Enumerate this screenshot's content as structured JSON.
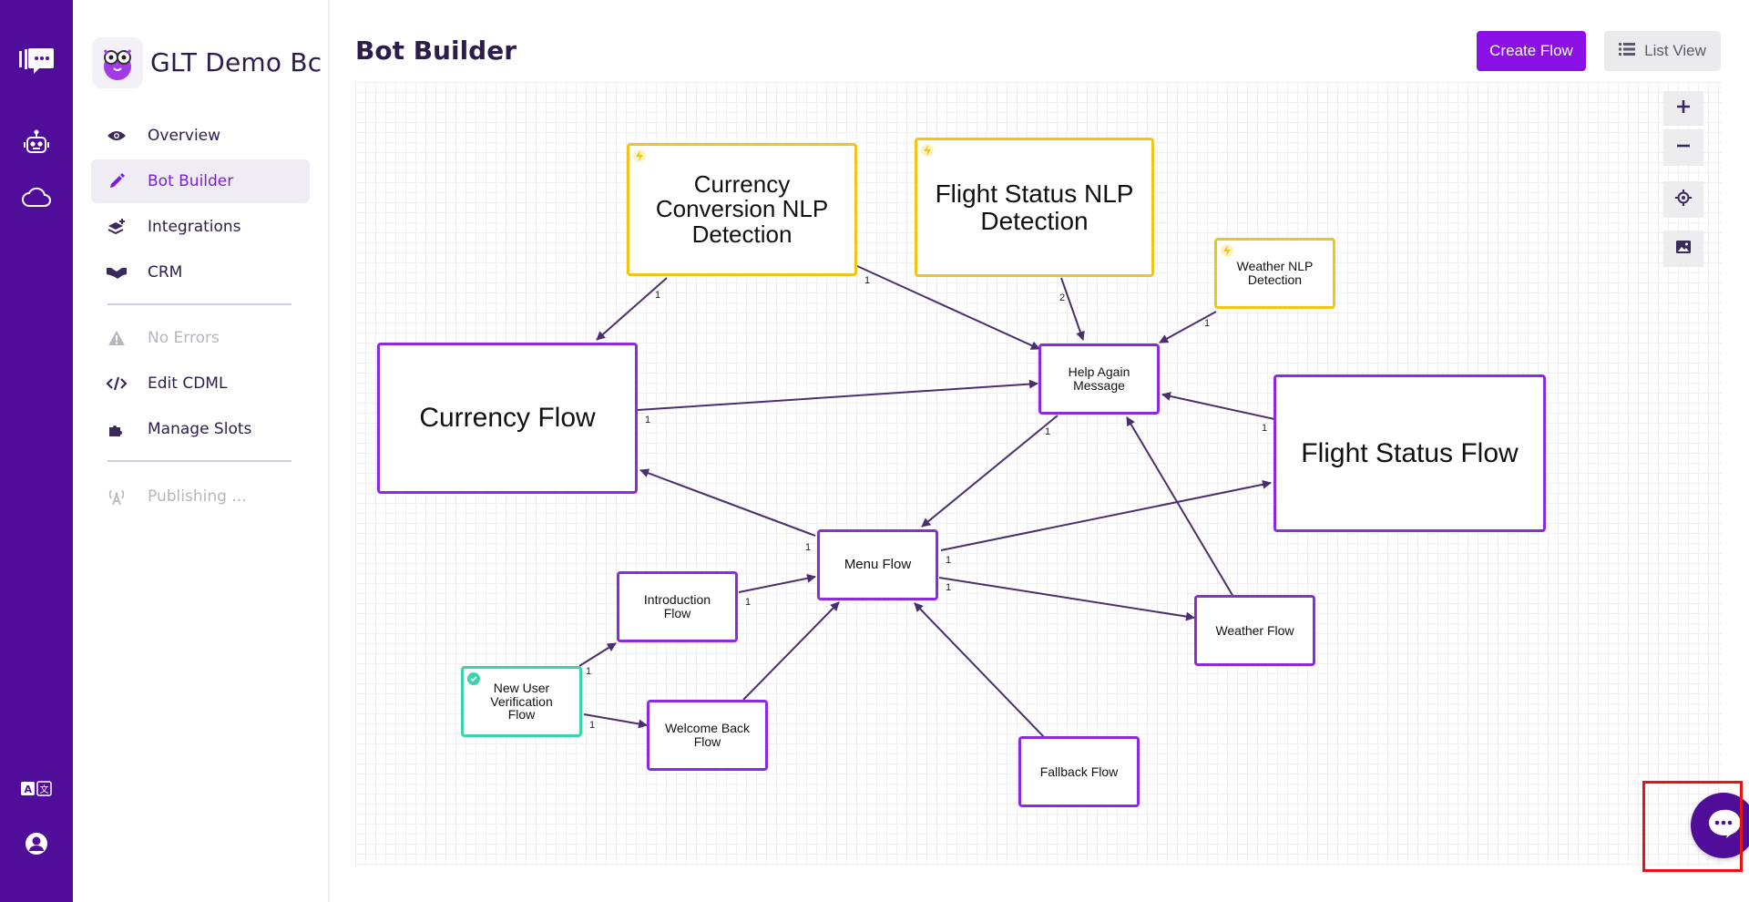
{
  "sidebar": {
    "bot_name": "GLT Demo Bc",
    "nav": [
      {
        "label": "Overview",
        "icon": "eye-icon"
      },
      {
        "label": "Bot Builder",
        "icon": "pencil-icon",
        "active": true
      },
      {
        "label": "Integrations",
        "icon": "layers-plus-icon"
      },
      {
        "label": "CRM",
        "icon": "handshake-icon"
      },
      {
        "label": "No Errors",
        "icon": "warning-icon",
        "disabled": true
      },
      {
        "label": "Edit CDML",
        "icon": "code-icon"
      },
      {
        "label": "Manage Slots",
        "icon": "puzzle-icon"
      },
      {
        "label": "Publishing ...",
        "icon": "broadcast-icon",
        "disabled": true
      }
    ]
  },
  "header": {
    "title": "Bot Builder",
    "create_flow_label": "Create Flow",
    "list_view_label": "List View"
  },
  "flow_nodes": {
    "currency_nlp": "Currency Conversion NLP Detection",
    "flight_nlp": "Flight Status NLP Detection",
    "weather_nlp": "Weather NLP Detection",
    "currency_flow": "Currency Flow",
    "help_again": "Help Again Message",
    "flight_flow": "Flight Status Flow",
    "menu_flow": "Menu Flow",
    "intro_flow": "Introduction Flow",
    "weather_flow": "Weather Flow",
    "new_user": "New User Verification Flow",
    "welcome_back": "Welcome Back Flow",
    "fallback_flow": "Fallback Flow"
  },
  "edge_labels": [
    "1",
    "1",
    "2",
    "1",
    "1",
    "1",
    "1",
    "1",
    "1",
    "1",
    "1",
    "1",
    "1"
  ],
  "colors": {
    "rail": "#4f0d9a",
    "accent": "#8a10e6",
    "flow_border": "#8a2be2",
    "nlp_border": "#f2c417",
    "start_border": "#3bd4a8",
    "edge": "#4a2f6e",
    "highlight": "#e81313"
  }
}
